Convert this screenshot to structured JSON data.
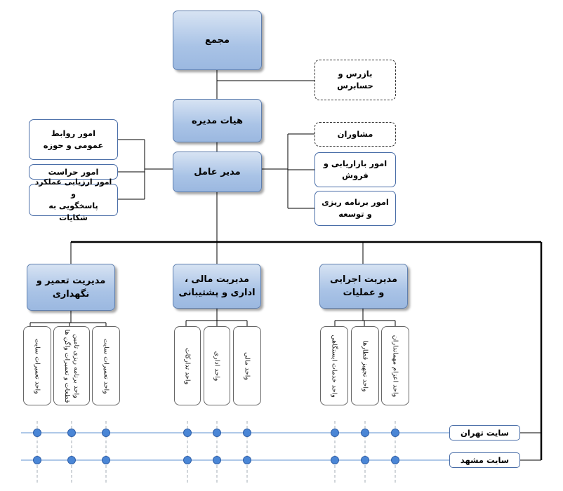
{
  "chart": {
    "assembly": "مجمع",
    "auditor": "بازرس و\nحسابرس",
    "board": "هیات مدیره",
    "ceo": "مدیر عامل",
    "left_units": [
      "امور روابط\nعمومی و حوزه",
      "امور حراست",
      "امور ارزیابی عملکرد و\nپاسخگویی به شکایات"
    ],
    "advisors": "مشاوران",
    "right_units": [
      "امور بازاریابی و\nفروش",
      "امور برنامه ریزی\nو توسعه"
    ],
    "departments": [
      {
        "name": "مدیریت تعمیر و\nنگهداری",
        "units": [
          "واحد تعمیرات سایت",
          "واحد برنامه ریزی تامین\nقطعات و تعمیرات واگن ها",
          "واحد تعمیرات سایت"
        ]
      },
      {
        "name": "مدیریت مالی ،\nاداری و پشتیبانی",
        "units": [
          "واحد تدارکات",
          "واحد اداری",
          "واحد مالی"
        ]
      },
      {
        "name": "مدیریت اجرایی\nو عملیات",
        "units": [
          "واحد خدمات ایستگاهی",
          "واحد تجهیز قطارها",
          "واحد اعزام مهمانداران"
        ]
      }
    ],
    "sites": [
      "سایت تهران",
      "سایت مشهد"
    ]
  },
  "colors": {
    "box_fill": "#a9c3e6",
    "box_border": "#5f7fae",
    "side_border": "#4a6ea8",
    "node_fill": "#4a86d6",
    "grid_line": "#7fa6d9"
  }
}
